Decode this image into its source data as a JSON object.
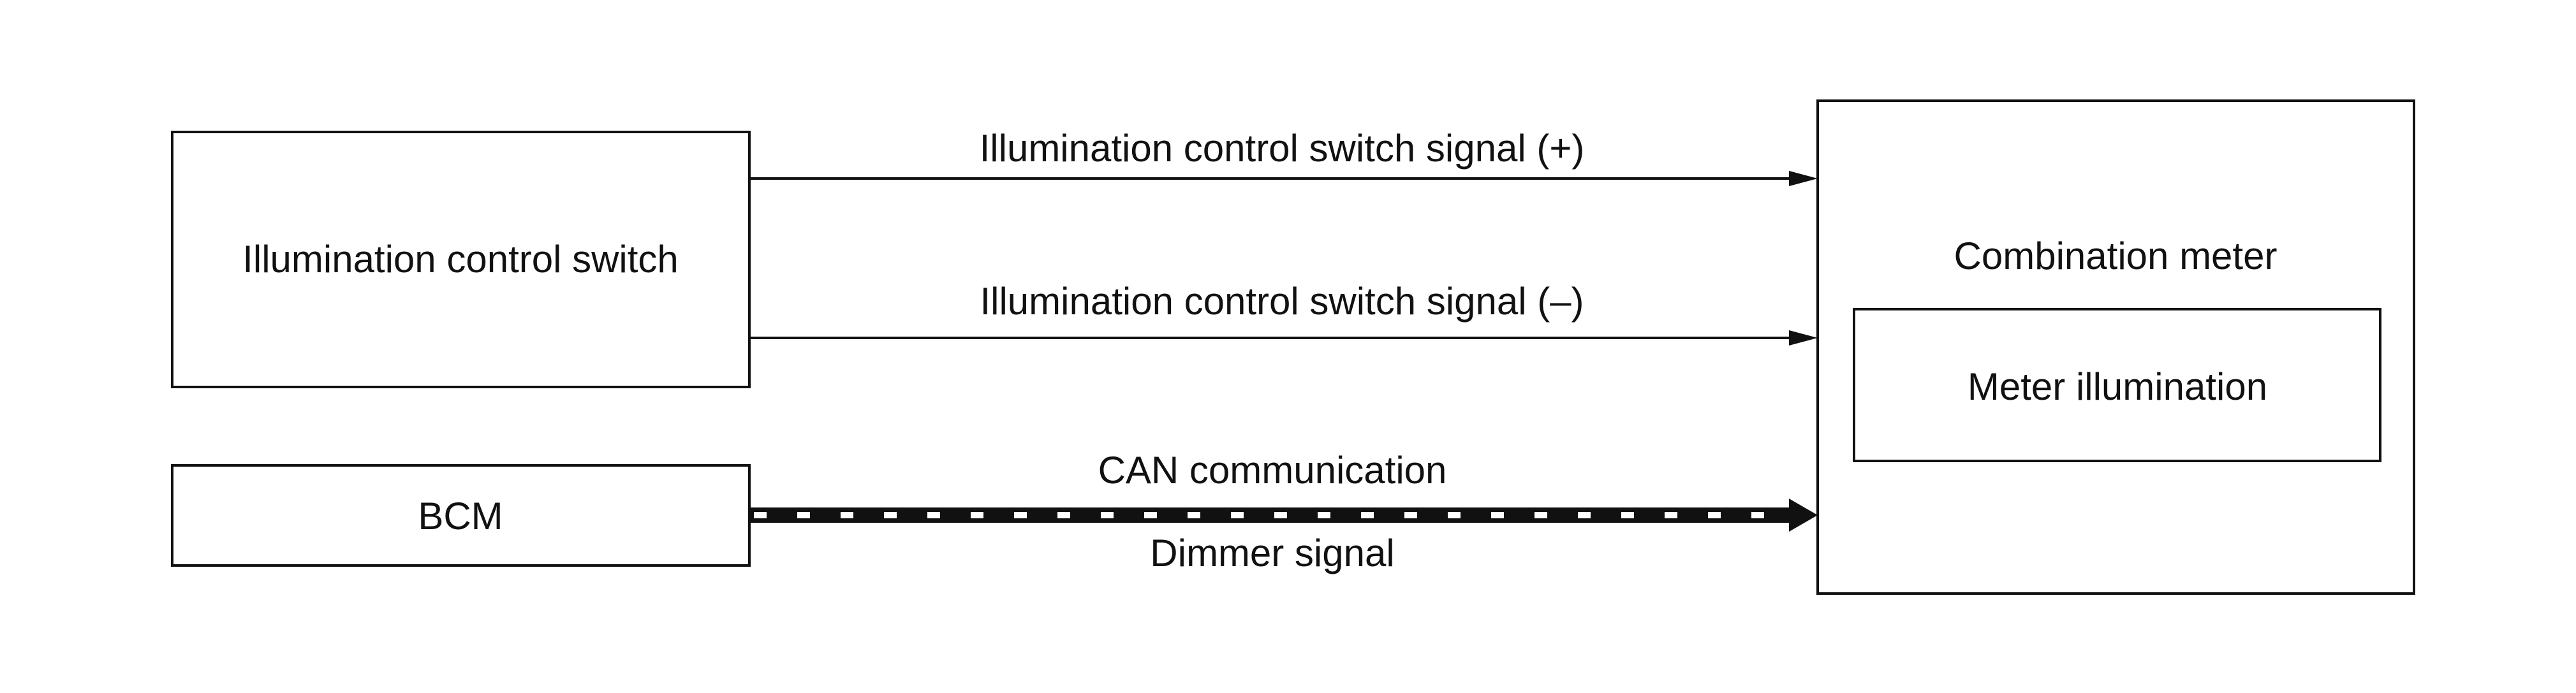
{
  "blocks": {
    "illumination_switch": "Illumination control switch",
    "bcm": "BCM",
    "combination_meter": "Combination meter",
    "meter_illumination": "Meter illumination"
  },
  "signals": {
    "switch_plus": "Illumination control switch signal (+)",
    "switch_minus": "Illumination control switch signal (–)",
    "can_communication": "CAN communication",
    "dimmer_signal": "Dimmer signal"
  },
  "colors": {
    "stroke": "#111111",
    "background": "#ffffff"
  }
}
